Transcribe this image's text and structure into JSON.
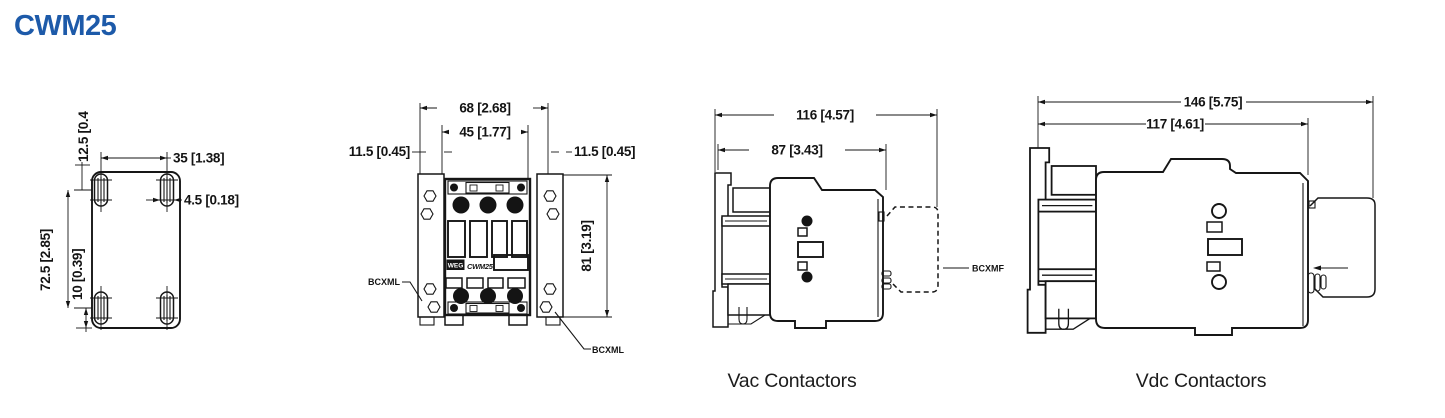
{
  "page": {
    "title": "CWM25",
    "title_color": "#1d5aa9",
    "line_color": "#161616",
    "background": "#ffffff"
  },
  "drawings": {
    "mounting": {
      "dim_top_offset": "12.5 [0.4",
      "dim_hole_pitch_h": "35 [1.38]",
      "dim_slot_width": "4.5 [0.18]",
      "dim_hole_pitch_v": "72.5 [2.85]",
      "dim_bottom_offset": "10 [0.39]"
    },
    "front": {
      "dim_overall_width": "68 [2.68]",
      "dim_inner_width": "45 [1.77]",
      "dim_left_margin": "11.5 [0.45]",
      "dim_right_margin": "11.5 [0.45]",
      "dim_height": "81 [3.19]",
      "label_left": "BCXML",
      "label_right": "BCXML",
      "device_brand": "WEG",
      "device_model": "CWM25"
    },
    "vac": {
      "dim_overall_depth": "116 [4.57]",
      "dim_body_depth": "87 [3.43]",
      "label_accessory": "BCXMF",
      "caption": "Vac Contactors"
    },
    "vdc": {
      "dim_overall_depth": "146 [5.75]",
      "dim_body_depth": "117 [4.61]",
      "caption": "Vdc Contactors"
    }
  }
}
